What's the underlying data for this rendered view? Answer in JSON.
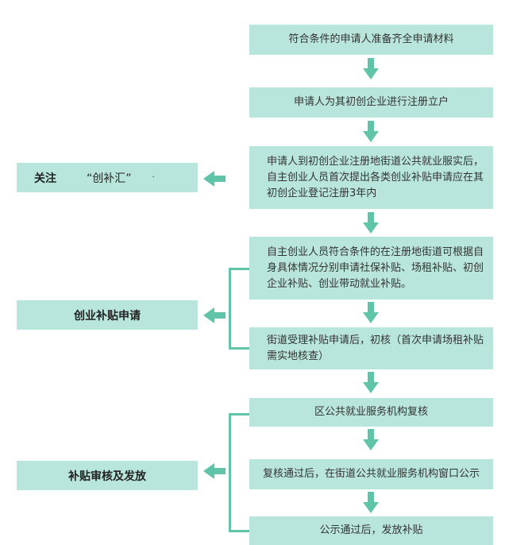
{
  "steps": [
    "符合条件的申请人准备齐全申请材料",
    "申请人为其初创企业进行注册立户",
    "申请人到初创企业注册地街道公共就业服实后，自主创业人员首次提出各类创业补贴申请应在其初创企业登记注册3年内",
    "自主创业人员符合条件的在注册地街道可根据自身具体情况分别申请社保补贴、场租补贴、初创企业补贴、创业带动就业补贴。",
    "街道受理补贴申请后，初核（首次申请场租补贴需实地核查）",
    "区公共就业服务机构复核",
    "复核通过后，在街道公共就业服务机构窗口公示",
    "公示通过后，发放补贴"
  ],
  "side": {
    "follow_label": "关注",
    "follow_name": "“创补汇”",
    "follow_mark": "·",
    "apply": "创业补贴申请",
    "review": "补贴审核及发放"
  },
  "colors": {
    "box": "#b9e6dc",
    "arrow": "#5fc4a8"
  }
}
